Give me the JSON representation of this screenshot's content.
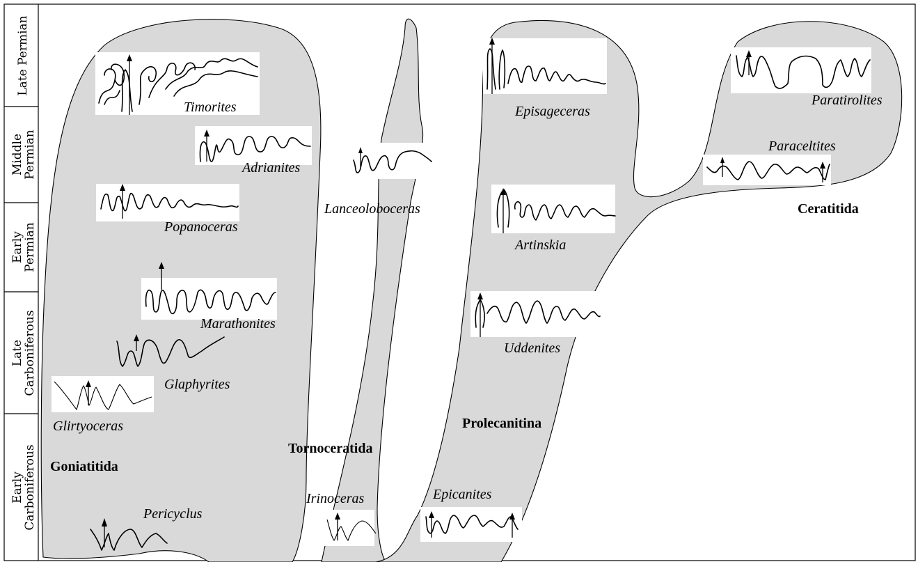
{
  "periods": [
    {
      "id": "late-permian",
      "label": "Late Permian"
    },
    {
      "id": "middle-permian",
      "lines": [
        "Middle",
        "Permian"
      ]
    },
    {
      "id": "early-permian",
      "lines": [
        "Early",
        "Permian"
      ]
    },
    {
      "id": "late-carboniferous",
      "lines": [
        "Late",
        "Carboniferous"
      ]
    },
    {
      "id": "early-carboniferous",
      "lines": [
        "Early",
        "Carboniferous"
      ]
    }
  ],
  "orders": {
    "goniatitida": "Goniatitida",
    "tornoceratida": "Tornoceratida",
    "prolecanitina": "Prolecanitina",
    "ceratitida": "Ceratitida"
  },
  "genera": {
    "timorites": "Timorites",
    "adrianites": "Adrianites",
    "popanoceras": "Popanoceras",
    "marathonites": "Marathonites",
    "glaphyrites": "Glaphyrites",
    "glirtyoceras": "Glirtyoceras",
    "pericyclus": "Pericyclus",
    "lanceoloboceras": "Lanceoloboceras",
    "irinoceras": "Irinoceras",
    "episageceras": "Episageceras",
    "artinskia": "Artinskia",
    "uddenites": "Uddenites",
    "epicanites": "Epicanites",
    "paratirolites": "Paratirolites",
    "paraceltites": "Paraceltites"
  },
  "colors": {
    "clade_fill": "#d9d9d9",
    "suture_panel": "#ffffff",
    "stroke": "#000000"
  }
}
